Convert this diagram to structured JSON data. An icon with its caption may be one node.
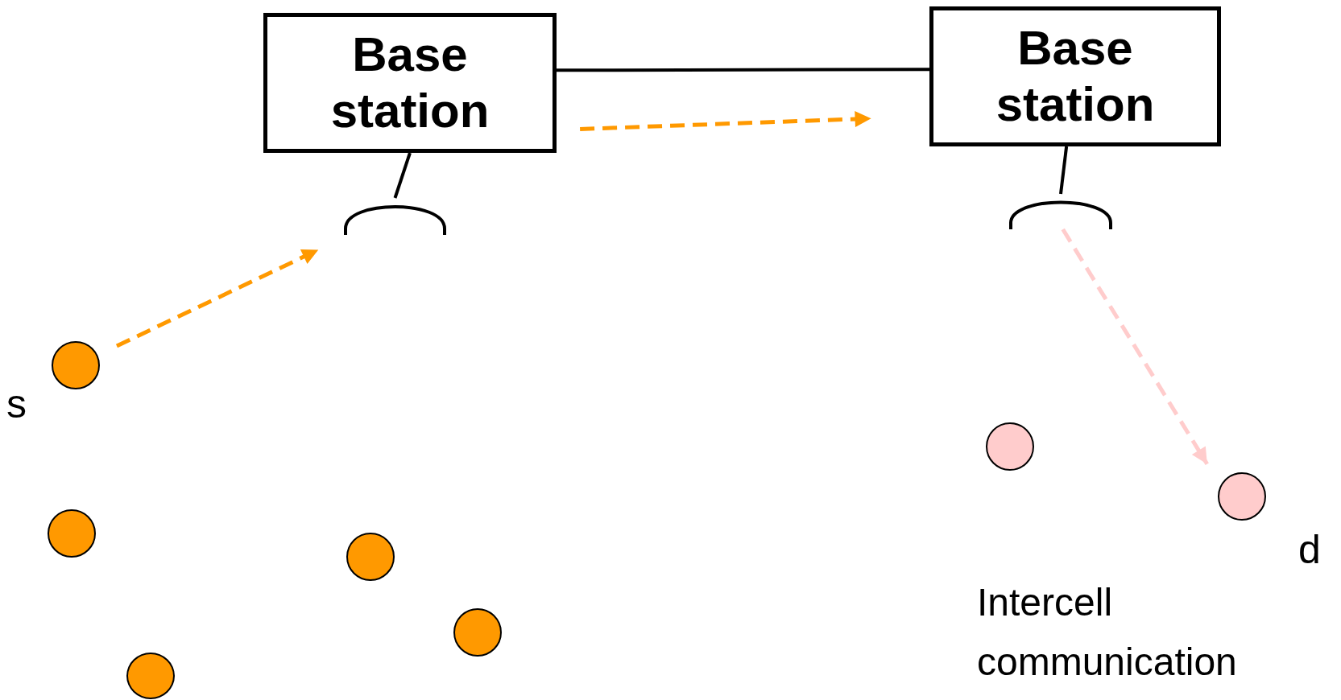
{
  "diagram": {
    "nodes": [
      {
        "text": [
          "Base station"
        ]
      },
      {
        "text": [
          "Base station"
        ]
      },
      {
        "text": [],
        "shape": "antenna"
      },
      {
        "text": [],
        "shape": "antenna"
      },
      {
        "text": [],
        "shape": "circle",
        "beside": [
          "s"
        ]
      },
      {
        "text": [],
        "shape": "circle"
      },
      {
        "text": [],
        "shape": "circle"
      },
      {
        "text": [],
        "shape": "circle"
      },
      {
        "text": [],
        "shape": "circle"
      },
      {
        "text": [],
        "shape": "circle"
      },
      {
        "text": [],
        "shape": "circle",
        "beside": [
          "d"
        ]
      }
    ],
    "edges": [
      {
        "from": 0,
        "to": 1,
        "arrow": "none"
      },
      {
        "from": 0,
        "to": 1,
        "arrow": "to",
        "style": "dashed",
        "color": "#ff9900"
      },
      {
        "from": 0,
        "to": 2,
        "arrow": "none"
      },
      {
        "from": 1,
        "to": 3,
        "arrow": "none"
      },
      {
        "from": 4,
        "to": 2,
        "arrow": "to",
        "style": "dashed",
        "color": "#ff9900"
      },
      {
        "from": 3,
        "to": 10,
        "arrow": "to",
        "style": "dashed",
        "color": "#ffcccc"
      }
    ],
    "labels": [
      "Intercell communication"
    ]
  }
}
